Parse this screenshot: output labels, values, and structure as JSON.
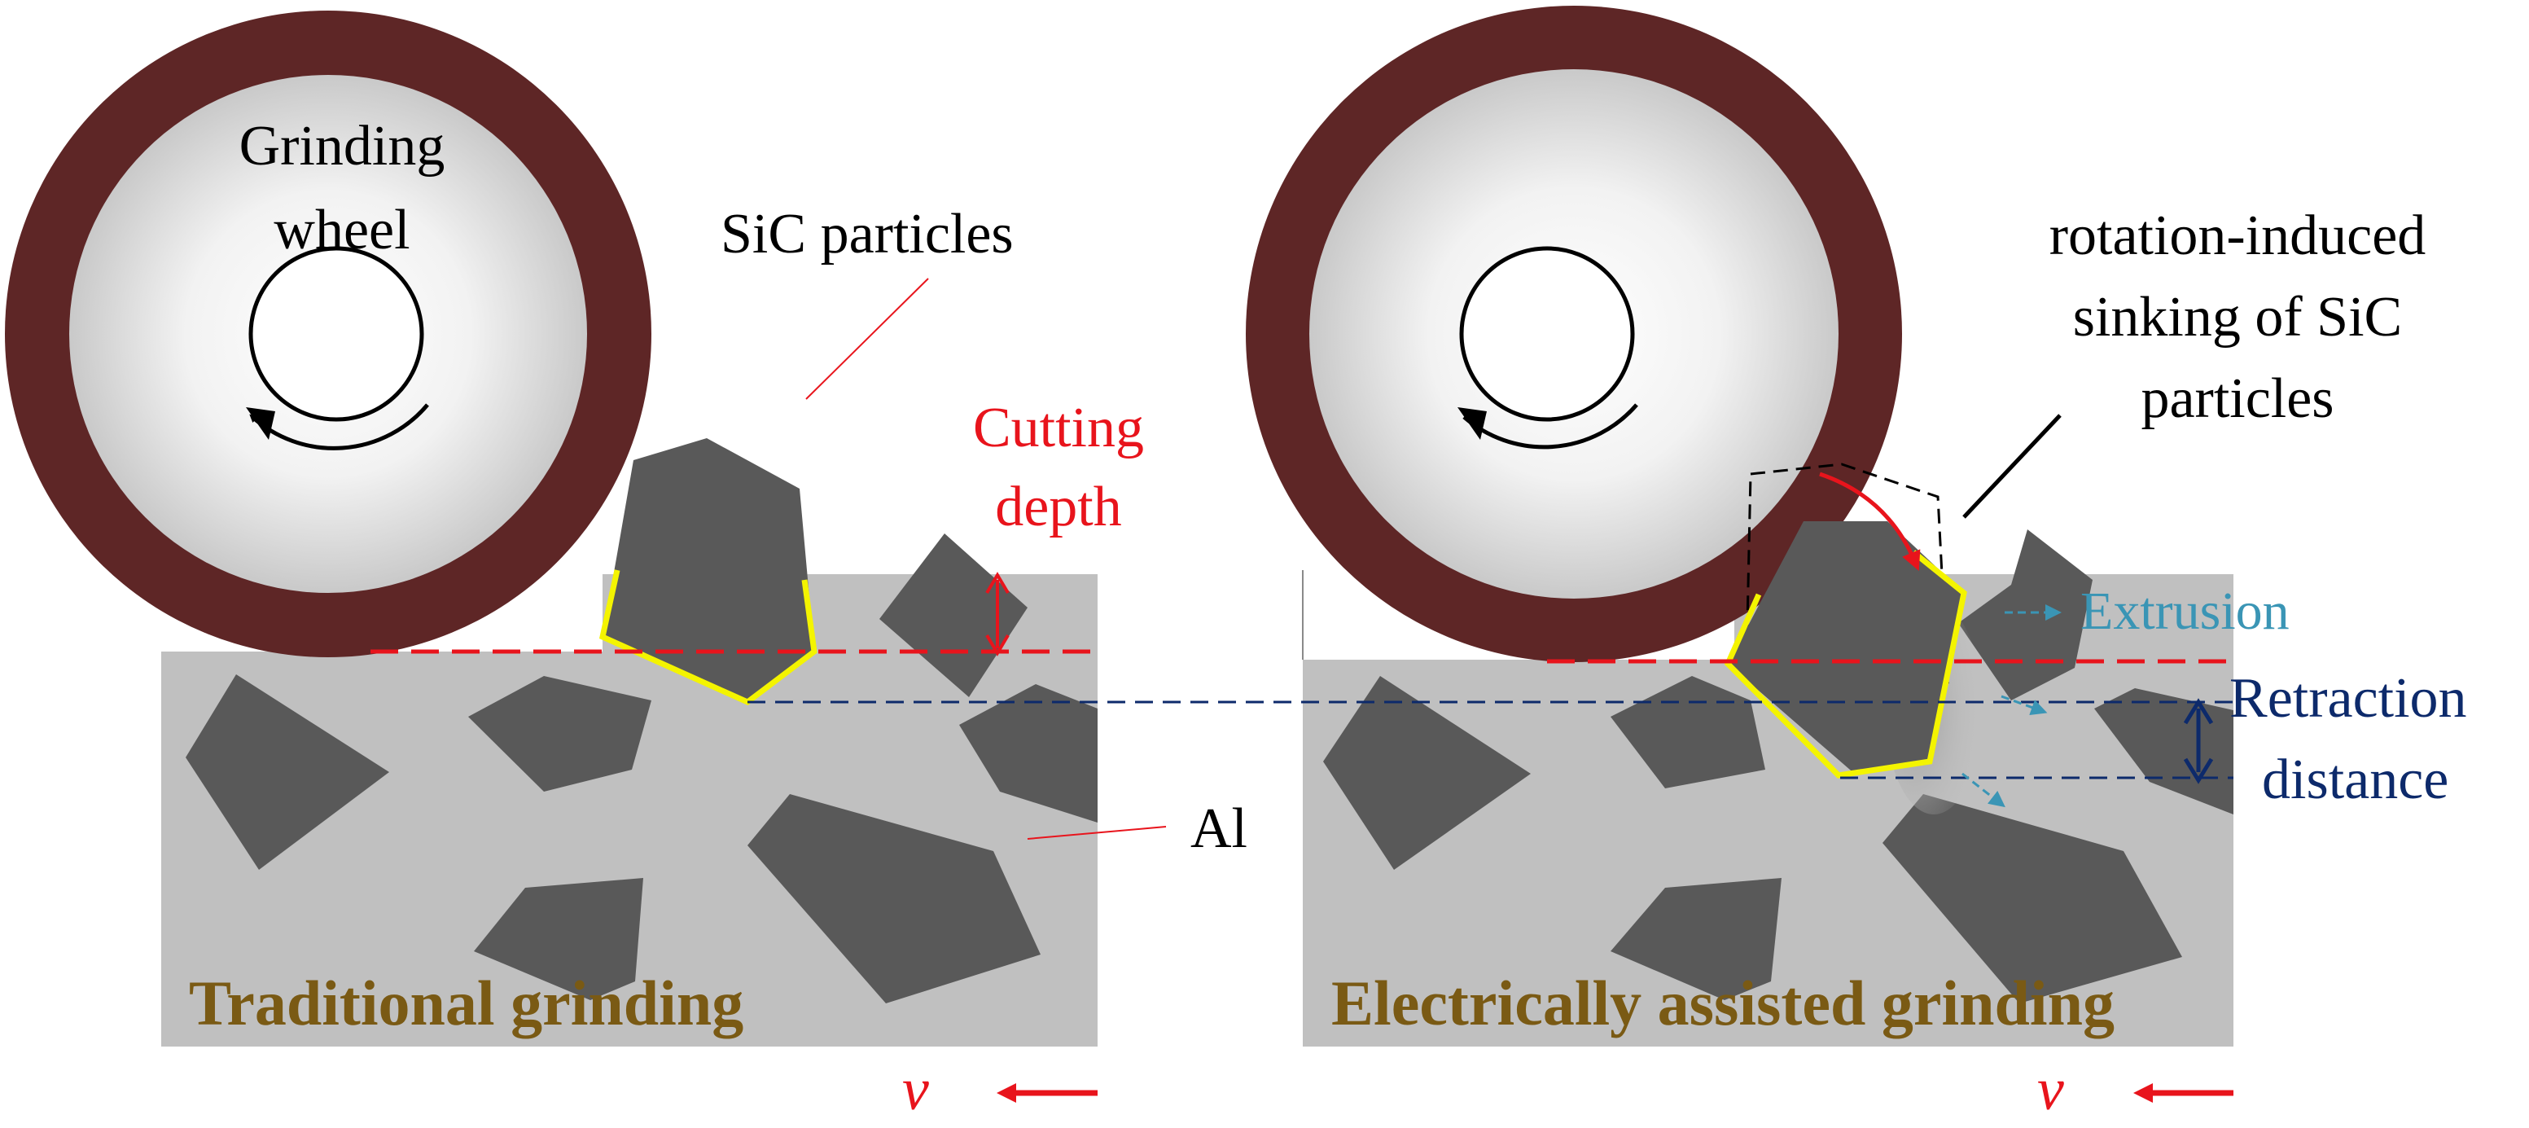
{
  "panels": {
    "left": {
      "title": "Traditional grinding",
      "wheel_label_line1": "Grinding",
      "wheel_label_line2": "wheel",
      "sic_label": "SiC particles",
      "cutting_depth_line1": "Cutting",
      "cutting_depth_line2": "depth",
      "al_label": "Al",
      "velocity_symbol": "v"
    },
    "right": {
      "title": "Electrically assisted grinding",
      "sinking_line1": "rotation-induced",
      "sinking_line2": "sinking of SiC",
      "sinking_line3": "particles",
      "extrusion_label": "Extrusion",
      "retraction_line1": "Retraction",
      "retraction_line2": "distance",
      "velocity_symbol": "v"
    }
  },
  "colors": {
    "wheel_rim": "#5e2626",
    "wheel_inner_edge": "#cfcfcf",
    "matrix": "#c0c0c0",
    "particle": "#595959",
    "particle_outline": "#f4f400",
    "cutting_line": "#e8141c",
    "retraction_line": "#0d2a6b",
    "extrusion_arrow": "#3a95b5",
    "title": "#7a5a14"
  },
  "icons": {
    "rotation_arrow": "counterclockwise-arrow-icon",
    "velocity_arrow": "left-arrow-icon"
  }
}
